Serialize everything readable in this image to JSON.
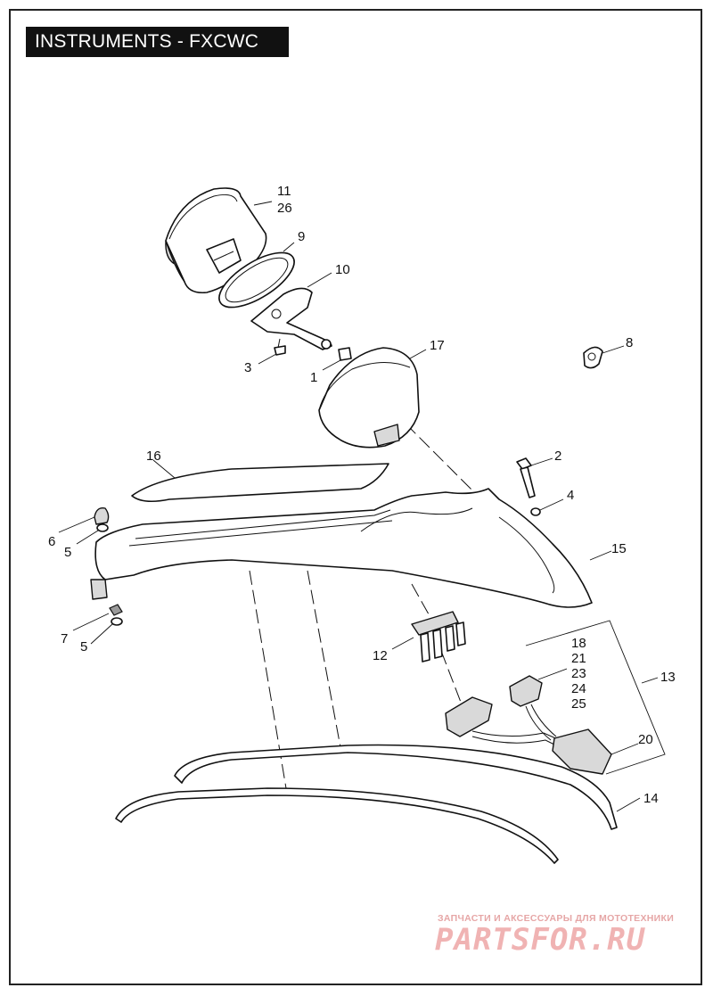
{
  "title": "INSTRUMENTS - FXCWC",
  "callouts": {
    "c1": "1",
    "c2": "2",
    "c3": "3",
    "c4": "4",
    "c5a": "5",
    "c5b": "5",
    "c6": "6",
    "c7": "7",
    "c8": "8",
    "c9": "9",
    "c10": "10",
    "c11": "11",
    "c26": "26",
    "c12": "12",
    "c13": "13",
    "c14": "14",
    "c15": "15",
    "c16": "16",
    "c17": "17",
    "c18": "18",
    "c21": "21",
    "c23": "23",
    "c24": "24",
    "c25": "25",
    "c20": "20"
  },
  "watermark": {
    "subtitle": "ЗАПЧАСТИ И АКСЕССУАРЫ ДЛЯ МОТОТЕХНИКИ",
    "logo": "PARTSFOR.RU"
  }
}
